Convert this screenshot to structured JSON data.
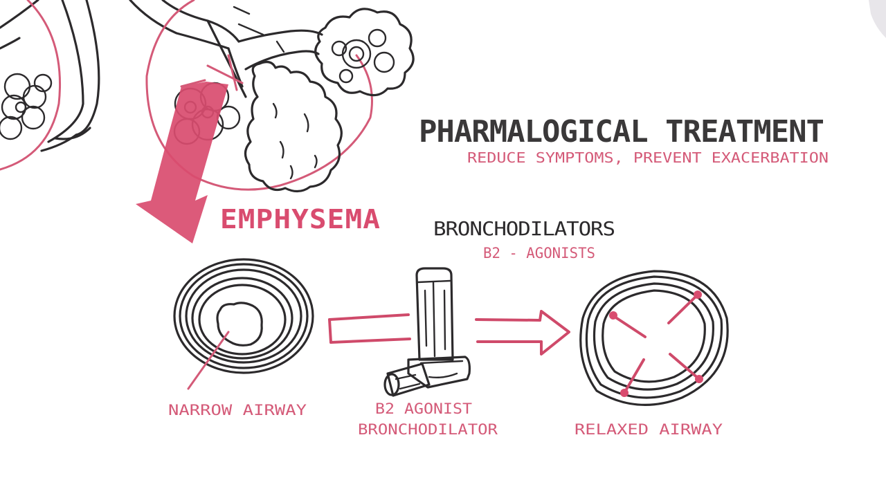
{
  "title": "PHARMALOGICAL TREATMENT",
  "subtitle": "REDUCE SYMPTOMS, PREVENT EXACERBATION",
  "emphysema_label": "EMPHYSEMA",
  "bronchodilators": {
    "heading": "BRONCHODILATORS",
    "subheading": "B2 - AGONISTS"
  },
  "labels": {
    "narrow_airway": "NARROW AIRWAY",
    "inhaler_line1": "B2 AGONIST",
    "inhaler_line2": "BRONCHODILATOR",
    "relaxed_airway": "RELAXED AIRWAY"
  },
  "colors": {
    "ink": "#2c2a2c",
    "accent": "#d94c6f",
    "background": "#ffffff"
  }
}
